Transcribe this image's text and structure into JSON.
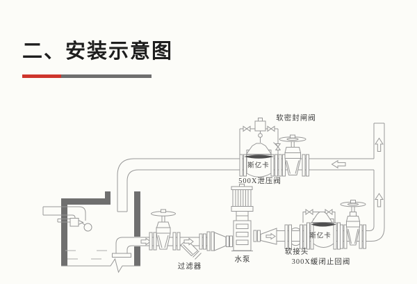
{
  "page": {
    "background": "#fcfcf8"
  },
  "header": {
    "title": "二、安装示意图",
    "accent_red": "#ce352c",
    "accent_gray": "#6e6e6e"
  },
  "diagram": {
    "line_color": "#979797",
    "wall_color": "#6f6f6f",
    "labels": {
      "soft_seal_gate_valve": "软密封闸阀",
      "relief_valve_brand": "斯亿卡",
      "relief_valve_name": "500X泄压阀",
      "strainer": "过滤器",
      "pump": "水泵",
      "flexible_joint": "软接头",
      "check_valve_brand": "斯亿卡",
      "check_valve_name": "300X缓闭止回阀"
    }
  }
}
